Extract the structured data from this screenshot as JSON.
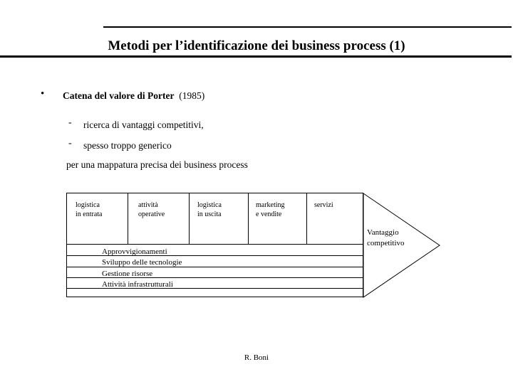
{
  "slide": {
    "title": "Metodi per l’identificazione dei business process (1)",
    "footer_author": "R. Boni"
  },
  "body": {
    "bullet_marker": "•",
    "bullet_title": "Catena del valore di Porter",
    "bullet_year": "(1985)",
    "sub_items": [
      {
        "dash": "-",
        "text": "ricerca di vantaggi competitivi,"
      },
      {
        "dash": "-",
        "text": "spesso troppo generico"
      }
    ],
    "closing_line": "per una mappatura precisa dei business process"
  },
  "value_chain": {
    "primary_activities": [
      {
        "line1": "logistica",
        "line2": "in entrata"
      },
      {
        "line1": "attività",
        "line2": "operative"
      },
      {
        "line1": "logistica",
        "line2": "in uscita"
      },
      {
        "line1": "marketing",
        "line2": "e vendite"
      },
      {
        "line1": "servizi",
        "line2": ""
      }
    ],
    "support_activities": [
      "Approvvigionamenti",
      "Sviluppo delle tecnologie",
      "Gestione risorse",
      "Attività infrastrutturali"
    ],
    "arrow_label_line1": "Vantaggio",
    "arrow_label_line2": "competitivo"
  },
  "colors": {
    "background": "#ffffff",
    "ink": "#000000",
    "rule": "#000000"
  }
}
